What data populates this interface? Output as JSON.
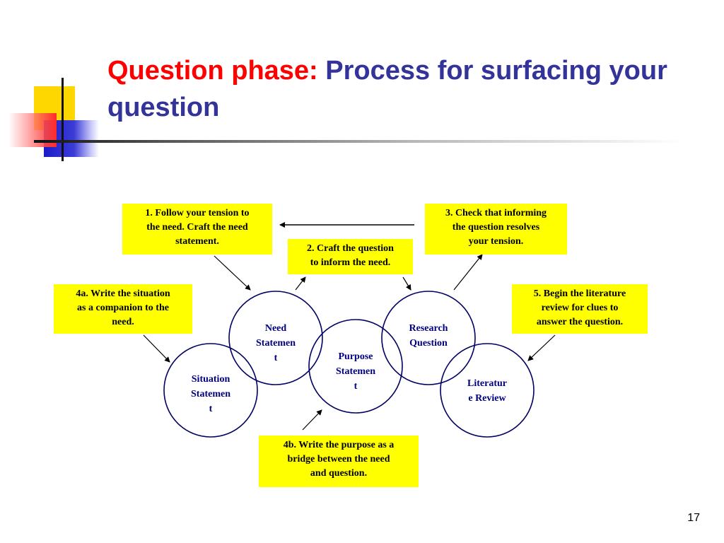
{
  "slide": {
    "title_part1": "Question phase:",
    "title_part2": "Process for  surfacing your question",
    "page_number": "17"
  },
  "boxes": {
    "step1": "1. Follow your tension to\nthe need.  Craft the need\nstatement.",
    "step2": "2. Craft the question\nto inform the need.",
    "step3": "3. Check that informing\nthe question resolves\nyour tension.",
    "step4a": "4a. Write the situation\nas a companion to the\nneed.",
    "step4b": "4b. Write the purpose as a\nbridge between the need\nand question.",
    "step5": "5. Begin the literature\nreview for clues to\nanswer the question."
  },
  "circles": {
    "need": "Need\nStatemen\nt",
    "situation": "Situation\nStatemen\nt",
    "purpose": "Purpose\nStatemen\nt",
    "research": "Research\nQuestion",
    "literature": "Literatur\ne Review"
  },
  "colors": {
    "title_red": "#ff0000",
    "title_blue": "#333399",
    "box_fill": "#ffff00",
    "circle_stroke": "#000066",
    "circle_text": "#000080"
  }
}
